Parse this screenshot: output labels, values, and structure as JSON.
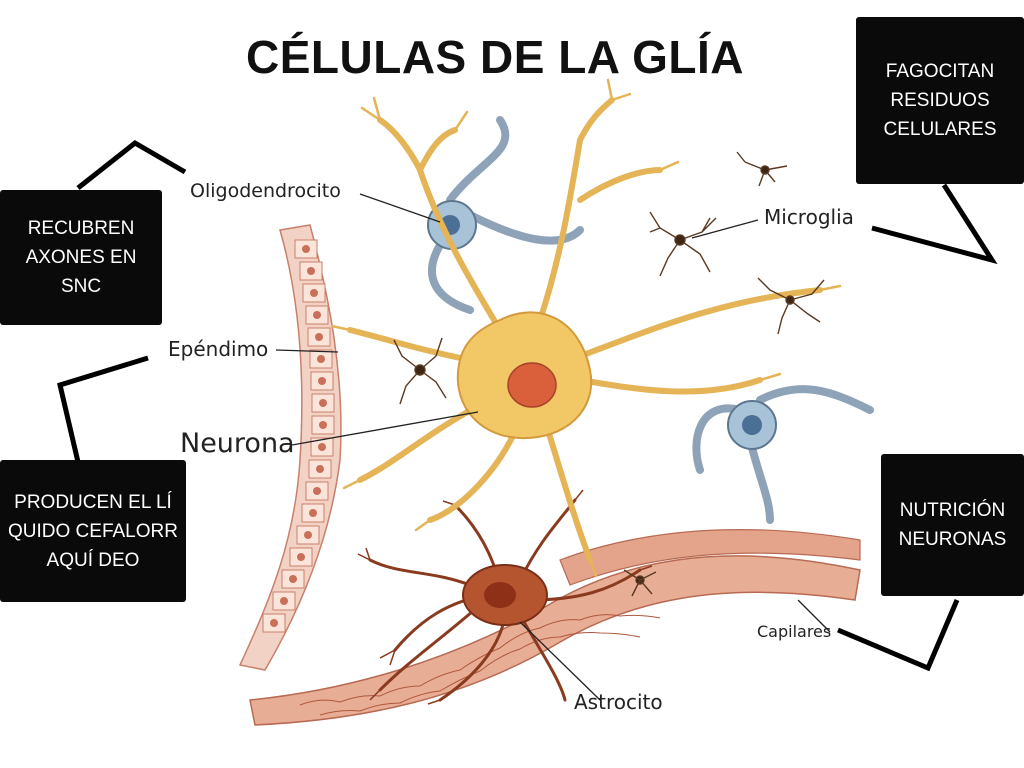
{
  "title": "CÉLULAS DE LA GLÍA",
  "boxes": {
    "fagocitan": "FAGOCITAN RESIDUOS CELULARES",
    "recubren": "RECUBREN AXONES EN SNC",
    "producen": "PRODUCEN EL LÍQUIDO CEFALORRAQUÍ DEO",
    "nutricion": "NUTRICIÓN NEURONAS"
  },
  "labels": {
    "oligodendrocito": "Oligodendrocito",
    "microglia": "Microglia",
    "ependimo": "Epéndimo",
    "neurona": "Neurona",
    "capilares": "Capilares",
    "astrocito": "Astrocito"
  },
  "colors": {
    "box_bg": "#0a0a0a",
    "neuron": "#f2c766",
    "nucleus": "#d9603a",
    "astrocyte": "#b5552f",
    "capillary": "#d9967a",
    "glia_blue": "#8fb0c8"
  }
}
